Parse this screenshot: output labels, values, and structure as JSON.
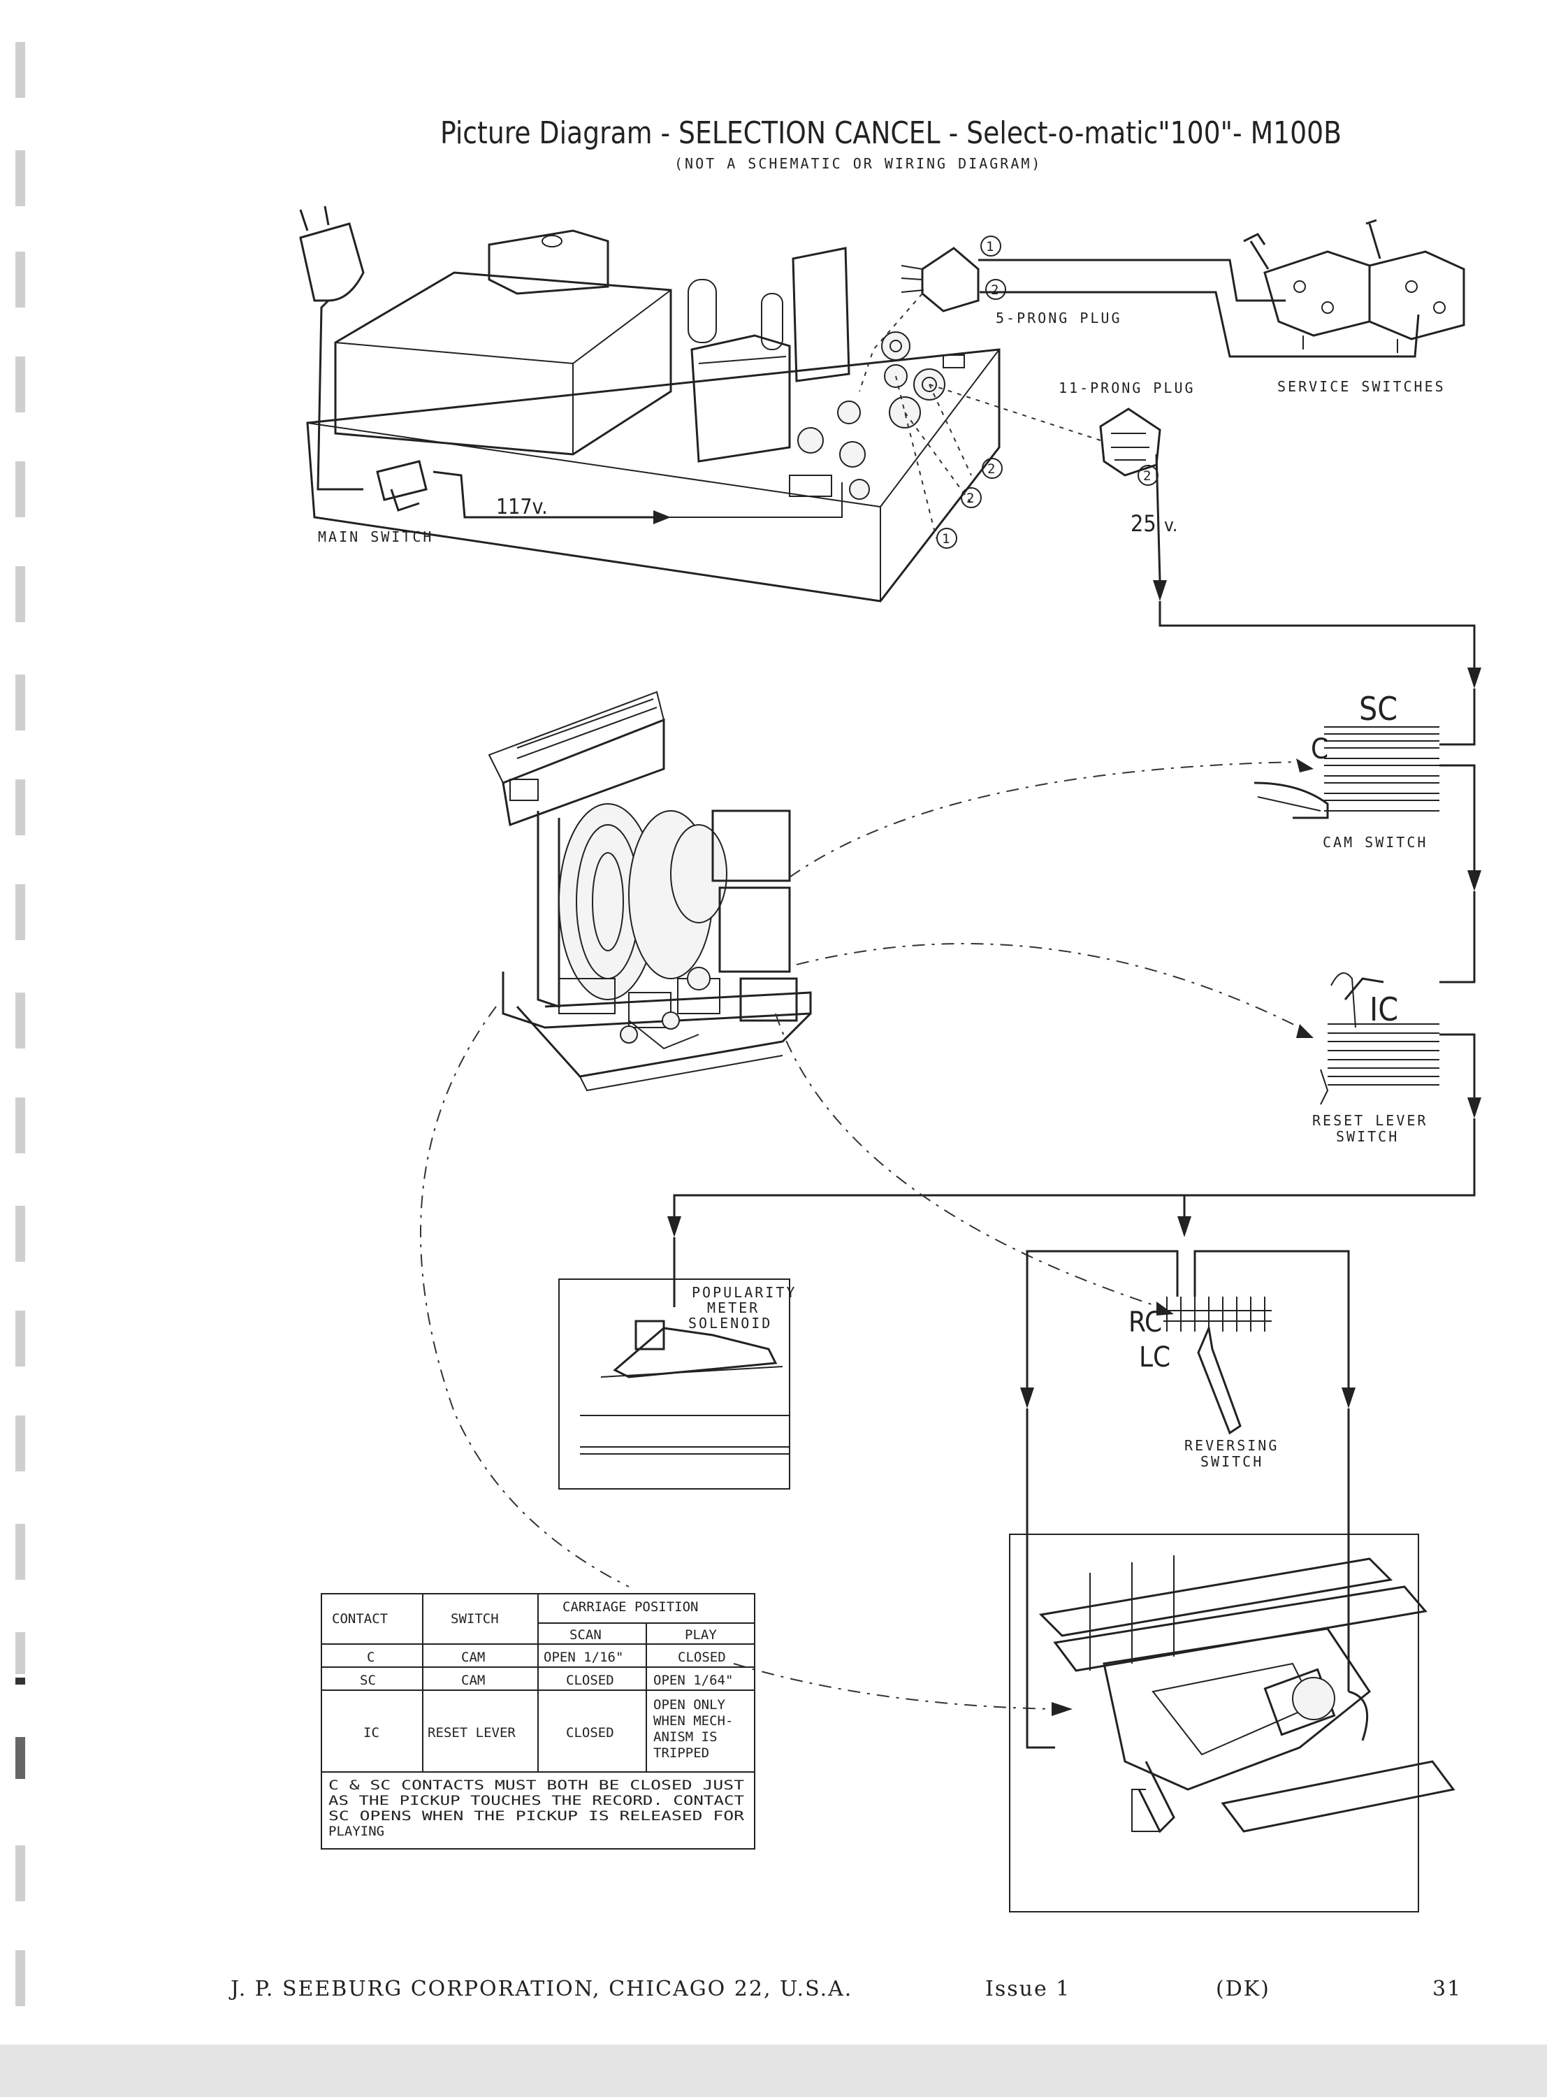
{
  "title": "Picture Diagram - SELECTION CANCEL - Select-o-matic\"100\"- M100B",
  "subtitle": "(NOT A SCHEMATIC OR WIRING DIAGRAM)",
  "labels": {
    "main_switch": "MAIN SWITCH",
    "voltage_117": "117v.",
    "five_prong_plug": "5-PRONG PLUG",
    "eleven_prong_plug": "11-PRONG PLUG",
    "service_switches": "SERVICE SWITCHES",
    "voltage_25": "25",
    "voltage_25_unit": "v.",
    "sc": "SC",
    "c": "C",
    "cam_switch": "CAM SWITCH",
    "ic": "IC",
    "reset_lever_switch_1": "RESET LEVER",
    "reset_lever_switch_2": "SWITCH",
    "popularity_1": "POPULARITY",
    "popularity_2": "METER",
    "popularity_3": "SOLENOID",
    "rc": "RC",
    "lc": "LC",
    "reversing_1": "REVERSING",
    "reversing_2": "SWITCH",
    "pin_1": "1",
    "pin_2": "2"
  },
  "table": {
    "headers": [
      "CONTACT",
      "SWITCH",
      "CARRIAGE POSITION",
      "SCAN",
      "PLAY"
    ],
    "rows": [
      [
        "C",
        "CAM",
        "OPEN 1/16\"",
        "CLOSED"
      ],
      [
        "SC",
        "CAM",
        "CLOSED",
        "OPEN 1/64\""
      ],
      [
        "IC",
        "RESET LEVER",
        "CLOSED",
        "OPEN ONLY",
        "WHEN MECH-",
        "ANISM IS",
        "TRIPPED"
      ]
    ],
    "note": [
      "C & SC CONTACTS MUST BOTH BE CLOSED JUST",
      "AS THE PICKUP TOUCHES THE RECORD. CONTACT",
      "SC OPENS WHEN THE PICKUP IS RELEASED FOR",
      "PLAYING"
    ]
  },
  "footer": {
    "company": "J. P. SEEBURG CORPORATION, CHICAGO 22, U.S.A.",
    "issue": "Issue 1",
    "code": "(DK)",
    "page": "31"
  }
}
